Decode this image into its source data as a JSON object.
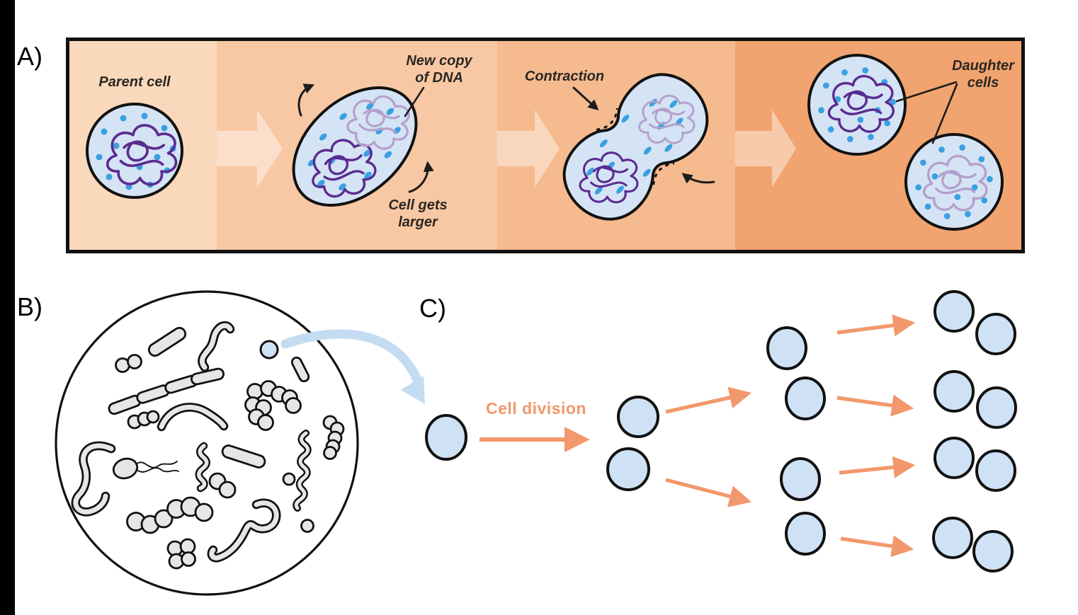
{
  "panel_a": {
    "label": "A)",
    "parent_cell_label": "Parent cell",
    "new_copy_line1": "New copy",
    "new_copy_line2": "of DNA",
    "cell_gets_line1": "Cell gets",
    "cell_gets_line2": "larger",
    "contraction_label": "Contraction",
    "daughter_line1": "Daughter",
    "daughter_line2": "cells",
    "stage_backgrounds": [
      "#fad8bb",
      "#f8c8a4",
      "#f5ba8e",
      "#f1a46f"
    ],
    "cell_fill": "#d5e4f5",
    "dna_dark_color": "#5b2c90",
    "dna_light_color": "#b4a0cc",
    "dot_color": "#3aa0e2",
    "stage_count": 4
  },
  "panel_b": {
    "label": "B)",
    "bacteria_fill": "#e6e6e6",
    "highlighted_cell_fill": "#cfe2f5",
    "zoom_arrow_color": "#c3dcf2",
    "microbes": [
      "rod-bacterium",
      "cocci-pair",
      "spirillum",
      "streptobacillus-chain",
      "staphylococci-cluster",
      "vibrio-curve",
      "flagellated-bacterium",
      "streptococci-chain",
      "spirochete",
      "tetrad-cocci",
      "single-coccus"
    ]
  },
  "panel_c": {
    "label": "C)",
    "division_label": "Cell division",
    "accent_color": "#f2986c",
    "cell_fill": "#cfe2f5",
    "generation_counts": [
      1,
      2,
      4,
      8
    ]
  }
}
